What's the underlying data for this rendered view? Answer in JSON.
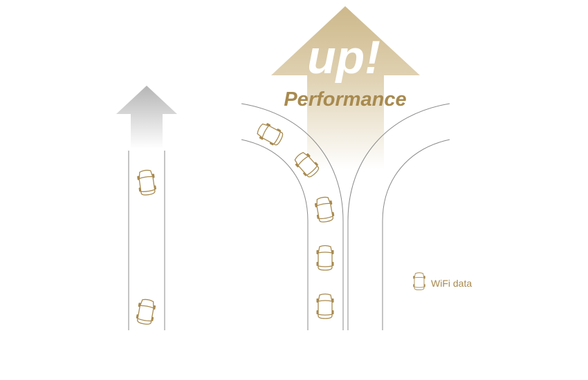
{
  "headline": {
    "up_text": "up!",
    "subtitle": "Performance"
  },
  "legend": {
    "label": "WiFi data",
    "icon": "car-icon"
  },
  "colors": {
    "accent": "#a88a4f",
    "arrow_gold": "#cdb88b",
    "arrow_gray": "#b8b8b8",
    "road": "#8a8a8a"
  }
}
